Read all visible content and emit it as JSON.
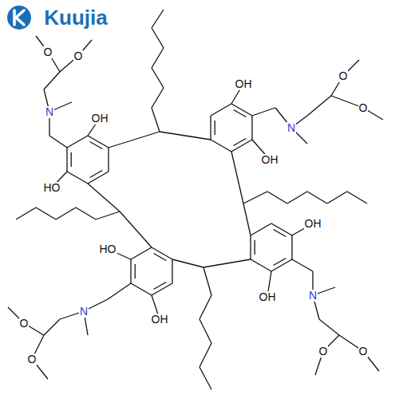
{
  "diagram": {
    "labels": [
      "Kuujia",
      "O",
      "O",
      "N",
      "OH",
      "HO",
      "OH",
      "O",
      "O",
      "N",
      "OH",
      "OH",
      "N",
      "OH",
      "O",
      "O",
      "HO",
      "N",
      "OH",
      "O",
      "O"
    ]
  }
}
